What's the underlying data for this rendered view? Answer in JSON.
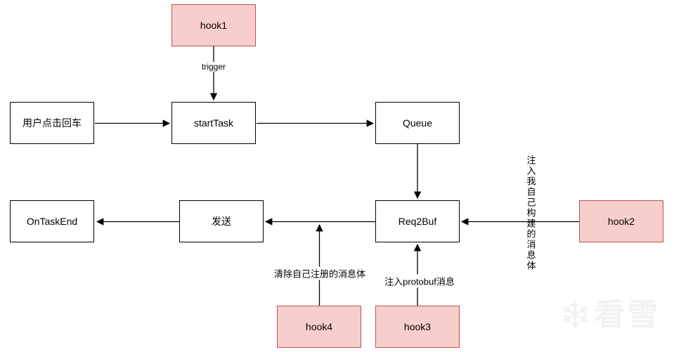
{
  "diagram": {
    "type": "flowchart",
    "nodes": {
      "hook1": {
        "label": "hook1",
        "style": "hook"
      },
      "user_enter": {
        "label": "用户点击回车",
        "style": "plain"
      },
      "start_task": {
        "label": "startTask",
        "style": "plain"
      },
      "queue": {
        "label": "Queue",
        "style": "plain"
      },
      "on_task_end": {
        "label": "OnTaskEnd",
        "style": "plain"
      },
      "send": {
        "label": "发送",
        "style": "plain"
      },
      "req2buf": {
        "label": "Req2Buf",
        "style": "plain"
      },
      "hook2": {
        "label": "hook2",
        "style": "hook"
      },
      "hook4": {
        "label": "hook4",
        "style": "hook"
      },
      "hook3": {
        "label": "hook3",
        "style": "hook"
      }
    },
    "edge_labels": {
      "trigger": "trigger",
      "inject_own": "注入我自己构建的消息体",
      "clear_own": "清除自己注册的消息体",
      "inject_protobuf": "注入protobuf消息"
    },
    "colors": {
      "hook_fill": "#F8CECC",
      "hook_border": "#B85450",
      "node_border": "#000000",
      "edge": "#000000",
      "background": "#FFFFFF",
      "watermark": "#F2F2F2"
    },
    "watermark": {
      "icon": "snowflake-icon",
      "text": "看雪"
    }
  }
}
